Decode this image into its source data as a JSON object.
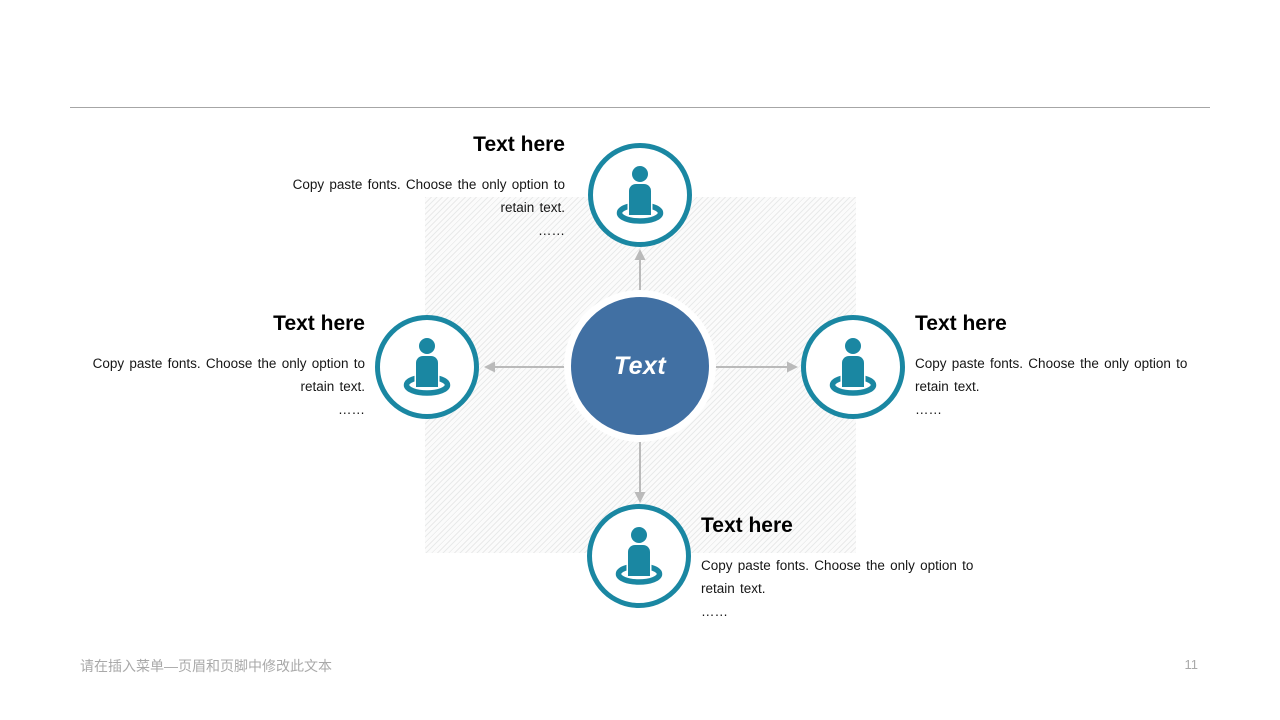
{
  "colors": {
    "teal": "#1a87a2",
    "blue": "#4170a3",
    "arrow": "#bababa",
    "divider": "#a6a6a6",
    "footer": "#a9a9a9",
    "heading": "#000000",
    "body": "#161616"
  },
  "diagram": {
    "center": {
      "label": "Text"
    },
    "nodes": {
      "top": {
        "title": "Text here",
        "line1": "Copy paste fonts. Choose the only option to",
        "line2": "retain text.",
        "ellipsis": "……"
      },
      "left": {
        "title": "Text here",
        "line1": "Copy paste fonts. Choose the only option to",
        "line2": "retain text.",
        "ellipsis": "……"
      },
      "right": {
        "title": "Text here",
        "line1": "Copy paste fonts. Choose the only option to",
        "line2": "retain text.",
        "ellipsis": "……"
      },
      "bottom": {
        "title": "Text here",
        "line1": "Copy paste fonts. Choose the only option to",
        "line2": "retain text.",
        "ellipsis": "……"
      }
    }
  },
  "footer": {
    "note": "请在插入菜单—页眉和页脚中修改此文本",
    "page_number": "11"
  }
}
